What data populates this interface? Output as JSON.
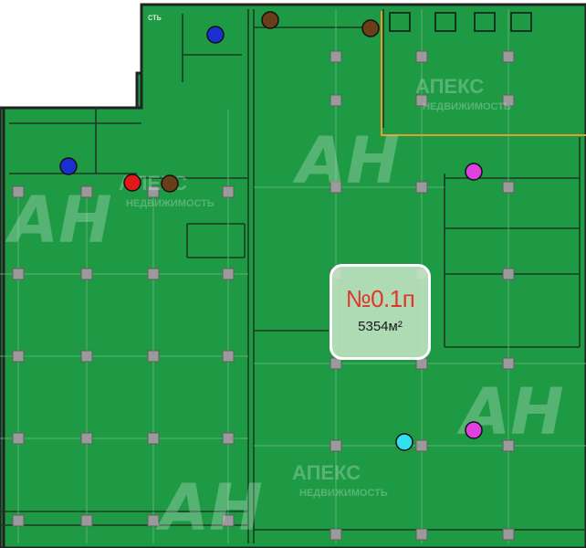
{
  "plan": {
    "room_number": "№0.1п",
    "area": "5354м²",
    "corner_fragment": "сть",
    "watermark": {
      "logo": "АН",
      "brand": "АПЕКС",
      "tagline": "НЕДВИЖИМОСТЬ"
    }
  },
  "colors": {
    "floor": "#1e9a45",
    "wall": "#222222",
    "grid_line": "#70b880",
    "column": "#9a9a9a",
    "highlight": "#e0a030",
    "marker_blue": "#1a2fd0",
    "marker_red": "#e01818",
    "marker_brown": "#6b3e1a",
    "marker_magenta": "#e040e0",
    "marker_cyan": "#30e0f0"
  },
  "markers": [
    {
      "name": "blue-marker-top",
      "color": "marker_blue"
    },
    {
      "name": "blue-marker-left",
      "color": "marker_blue"
    },
    {
      "name": "brown-marker-top-1",
      "color": "marker_brown"
    },
    {
      "name": "brown-marker-top-2",
      "color": "marker_brown"
    },
    {
      "name": "red-marker",
      "color": "marker_red"
    },
    {
      "name": "brown-marker-mid",
      "color": "marker_brown"
    },
    {
      "name": "magenta-marker-upper",
      "color": "marker_magenta"
    },
    {
      "name": "magenta-marker-lower",
      "color": "marker_magenta"
    },
    {
      "name": "cyan-marker",
      "color": "marker_cyan"
    }
  ]
}
